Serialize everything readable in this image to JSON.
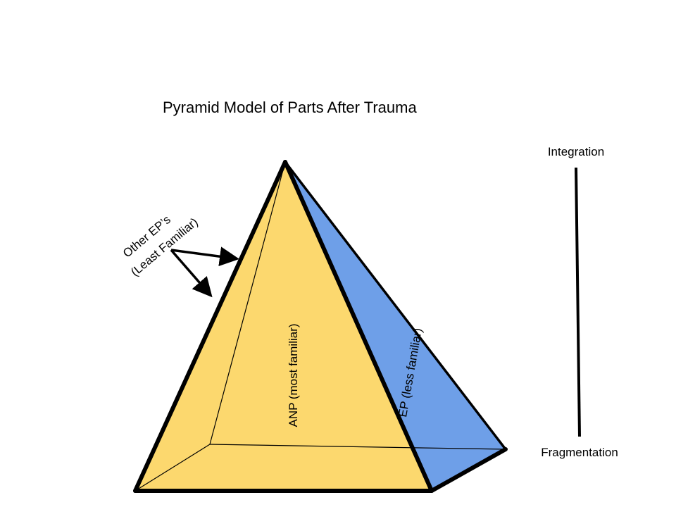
{
  "title": "Pyramid Model of Parts After Trauma",
  "colors": {
    "front_face": "#FCD86E",
    "side_face": "#6E9FE8",
    "outline": "#000000",
    "background": "#FFFFFF"
  },
  "labels": {
    "anp": "ANP  (most familiar)",
    "ep": "EP (less familiar)",
    "other_eps_line1": "Other EP’s",
    "other_eps_line2": "(Least Familiar)"
  },
  "scale": {
    "top_label": "Integration",
    "bottom_label": "Fragmentation"
  }
}
